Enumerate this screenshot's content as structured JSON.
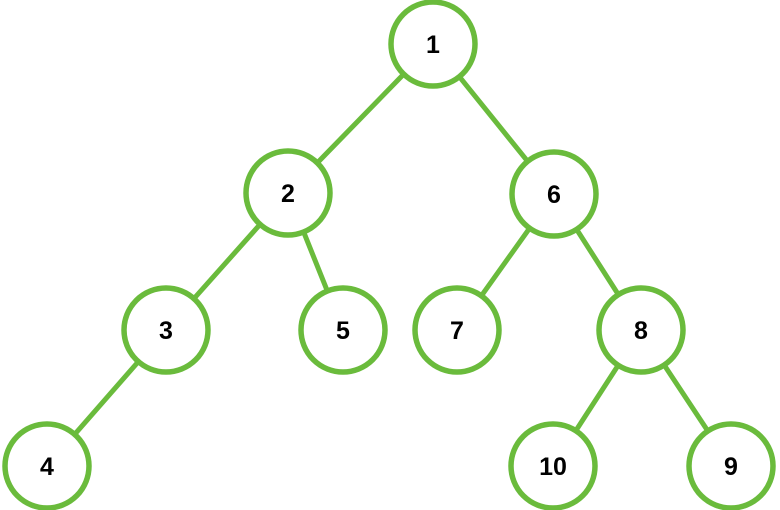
{
  "colors": {
    "stroke": "#6abb3c",
    "node_fill": "#ffffff",
    "label": "#000000",
    "background": "#ffffff"
  },
  "tree": {
    "nodes": [
      {
        "id": "n1",
        "label": "1"
      },
      {
        "id": "n2",
        "label": "2"
      },
      {
        "id": "n6",
        "label": "6"
      },
      {
        "id": "n3",
        "label": "3"
      },
      {
        "id": "n5",
        "label": "5"
      },
      {
        "id": "n7",
        "label": "7"
      },
      {
        "id": "n8",
        "label": "8"
      },
      {
        "id": "n4",
        "label": "4"
      },
      {
        "id": "n10",
        "label": "10"
      },
      {
        "id": "n9",
        "label": "9"
      }
    ],
    "edges": [
      {
        "from": "n1",
        "to": "n2"
      },
      {
        "from": "n1",
        "to": "n6"
      },
      {
        "from": "n2",
        "to": "n3"
      },
      {
        "from": "n2",
        "to": "n5"
      },
      {
        "from": "n6",
        "to": "n7"
      },
      {
        "from": "n6",
        "to": "n8"
      },
      {
        "from": "n3",
        "to": "n4"
      },
      {
        "from": "n8",
        "to": "n10"
      },
      {
        "from": "n8",
        "to": "n9"
      }
    ]
  }
}
